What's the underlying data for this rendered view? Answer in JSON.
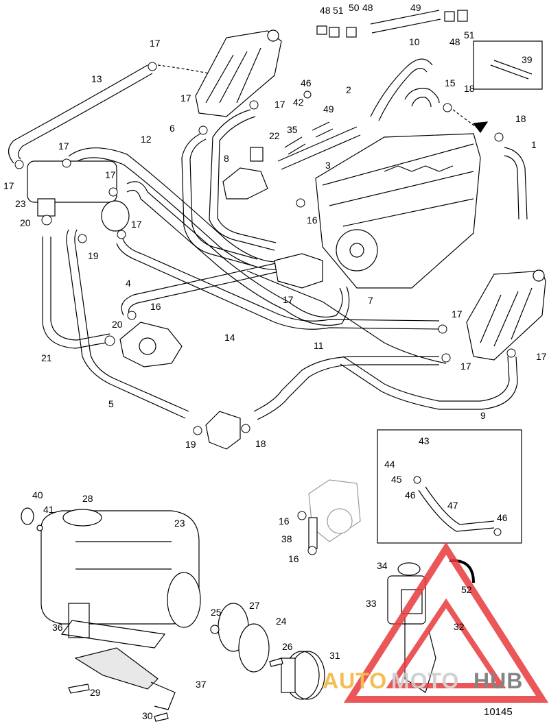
{
  "diagram": {
    "figure_number": "10145",
    "callouts": [
      {
        "text": "48"
      },
      {
        "text": "51"
      },
      {
        "text": "50"
      },
      {
        "text": "48"
      },
      {
        "text": "49"
      },
      {
        "text": "48"
      },
      {
        "text": "51"
      },
      {
        "text": "17"
      },
      {
        "text": "13"
      },
      {
        "text": "10"
      },
      {
        "text": "39"
      },
      {
        "text": "46"
      },
      {
        "text": "2"
      },
      {
        "text": "15"
      },
      {
        "text": "18"
      },
      {
        "text": "17"
      },
      {
        "text": "17"
      },
      {
        "text": "42"
      },
      {
        "text": "49"
      },
      {
        "text": "18"
      },
      {
        "text": "6"
      },
      {
        "text": "35"
      },
      {
        "text": "22"
      },
      {
        "text": "1"
      },
      {
        "text": "12"
      },
      {
        "text": "17"
      },
      {
        "text": "8"
      },
      {
        "text": "3"
      },
      {
        "text": "17"
      },
      {
        "text": "17"
      },
      {
        "text": "23"
      },
      {
        "text": "16"
      },
      {
        "text": "20"
      },
      {
        "text": "17"
      },
      {
        "text": "19"
      },
      {
        "text": "4"
      },
      {
        "text": "16"
      },
      {
        "text": "17"
      },
      {
        "text": "7"
      },
      {
        "text": "20"
      },
      {
        "text": "14"
      },
      {
        "text": "11"
      },
      {
        "text": "17"
      },
      {
        "text": "17"
      },
      {
        "text": "17"
      },
      {
        "text": "21"
      },
      {
        "text": "5"
      },
      {
        "text": "9"
      },
      {
        "text": "19"
      },
      {
        "text": "18"
      },
      {
        "text": "43"
      },
      {
        "text": "44"
      },
      {
        "text": "45"
      },
      {
        "text": "46"
      },
      {
        "text": "47"
      },
      {
        "text": "46"
      },
      {
        "text": "40"
      },
      {
        "text": "28"
      },
      {
        "text": "41"
      },
      {
        "text": "23"
      },
      {
        "text": "16"
      },
      {
        "text": "38"
      },
      {
        "text": "16"
      },
      {
        "text": "34"
      },
      {
        "text": "52"
      },
      {
        "text": "33"
      },
      {
        "text": "27"
      },
      {
        "text": "25"
      },
      {
        "text": "24"
      },
      {
        "text": "36"
      },
      {
        "text": "32"
      },
      {
        "text": "26"
      },
      {
        "text": "31"
      },
      {
        "text": "29"
      },
      {
        "text": "37"
      },
      {
        "text": "30"
      }
    ]
  },
  "watermark": {
    "part1": "AUTO",
    "part2": "MOTO",
    "part3": "HUB",
    "colors": {
      "part1": "#f2b233",
      "part2": "#c9c9c9",
      "part3": "#6f6f6f",
      "triangle": "#e8393c"
    }
  }
}
